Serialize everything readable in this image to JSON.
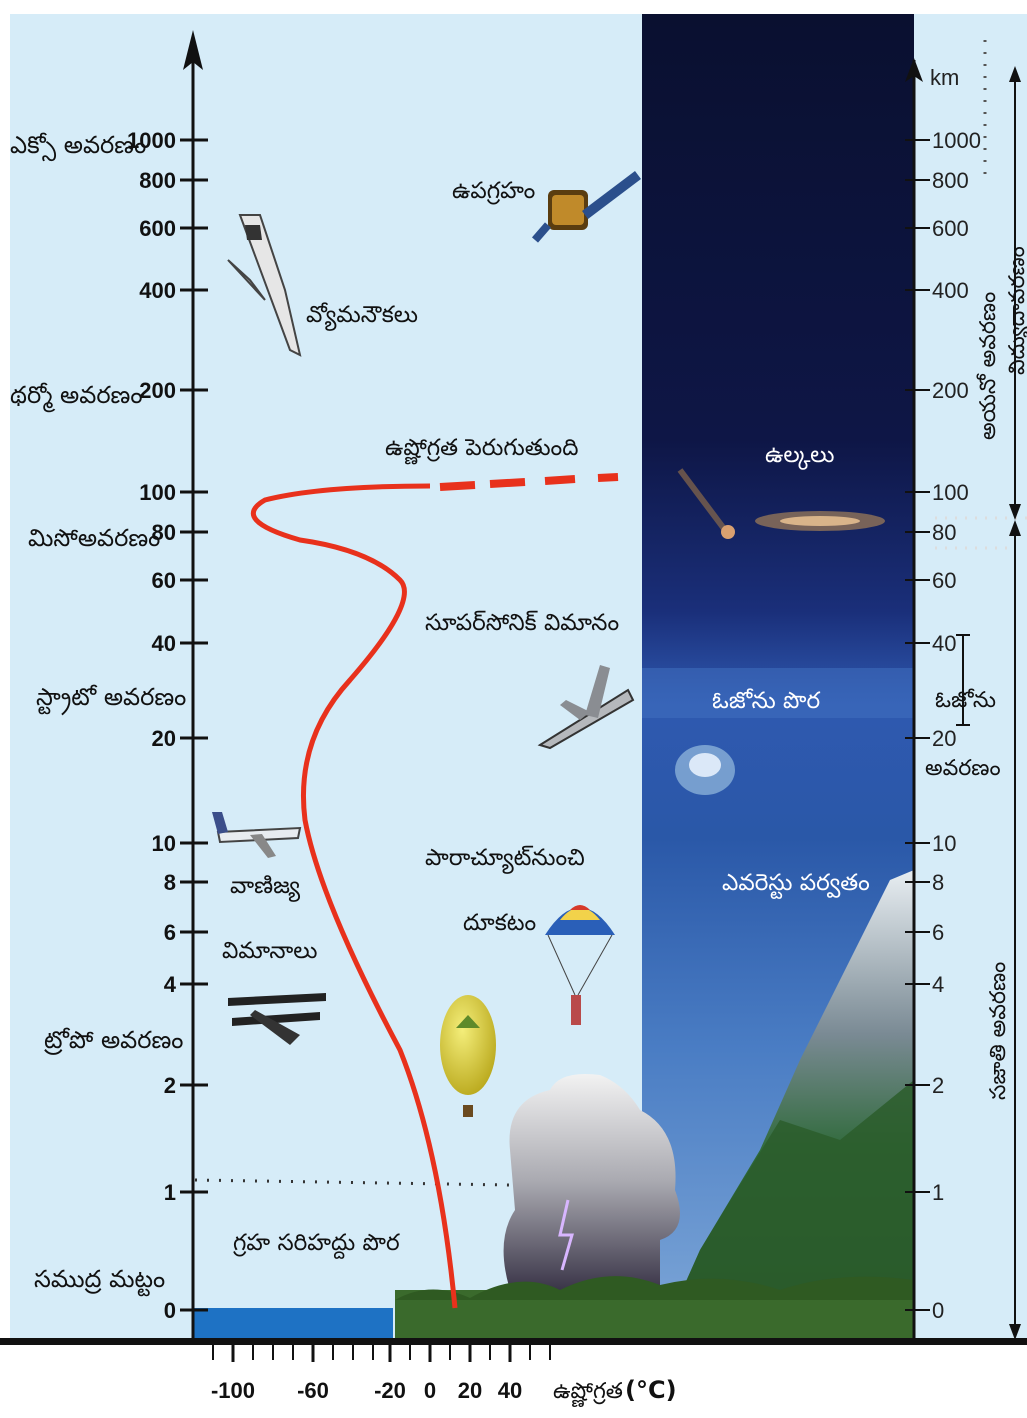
{
  "layers": [
    {
      "id": "exo",
      "label": "ఎక్సో అవరణం"
    },
    {
      "id": "thermo",
      "label": "థర్మో అవరణం"
    },
    {
      "id": "meso",
      "label": "మిసోఅవరణం"
    },
    {
      "id": "strato",
      "label": "స్ట్రాటో అవరణం"
    },
    {
      "id": "tropo",
      "label": "ట్రోపో అవరణం"
    },
    {
      "id": "sea",
      "label": "సముద్ర మట్టం"
    }
  ],
  "left_axis_ticks": [
    "1000",
    "800",
    "600",
    "400",
    "200",
    "100",
    "80",
    "60",
    "40",
    "20",
    "10",
    "8",
    "6",
    "4",
    "2",
    "1",
    "0"
  ],
  "right_axis_unit": "km",
  "right_axis_ticks": [
    "1000",
    "800",
    "600",
    "400",
    "200",
    "100",
    "80",
    "60",
    "40",
    "20",
    "10",
    "8",
    "6",
    "4",
    "2",
    "1",
    "0"
  ],
  "bottom_axis_ticks": [
    "-100",
    "-60",
    "-20",
    "0",
    "20",
    "40"
  ],
  "bottom_axis_label": "ఉష్ణోగ్రత",
  "bottom_axis_unit": "(°C)",
  "annotations": {
    "satellite": "ఉపగ్రహం",
    "spacecraft": "వ్యోమనౌకలు",
    "temp_increase": "ఉష్ణోగ్రత పెరుగుతుంది",
    "meteors": "ఉల్కలు",
    "supersonic": "సూపర్‌సోనిక్ విమానం",
    "ozone_layer": "ఓజోను పొర",
    "commercial_1": "వాణిజ్య",
    "commercial_2": "విమానాలు",
    "parachute_1": "పారాచ్యూట్‌నుంచి",
    "parachute_2": "దూకటం",
    "everest": "ఎవరెస్టు పర్వతం",
    "boundary_layer": "గ్రహ సరిహద్దు పొర"
  },
  "right_brackets": {
    "ionosphere_upper": "అయనో అవరణం",
    "ionosphere_lower": "విద్యుదావరణం",
    "ozonosphere_1": "ఓజోను",
    "ozonosphere_2": "అవరణం",
    "homosphere": "సజాతి అవరణం"
  },
  "colors": {
    "sky_light": "#d6ecf8",
    "space_dark": "#0b1338",
    "curve": "#e8311c",
    "water": "#1e72c4"
  }
}
